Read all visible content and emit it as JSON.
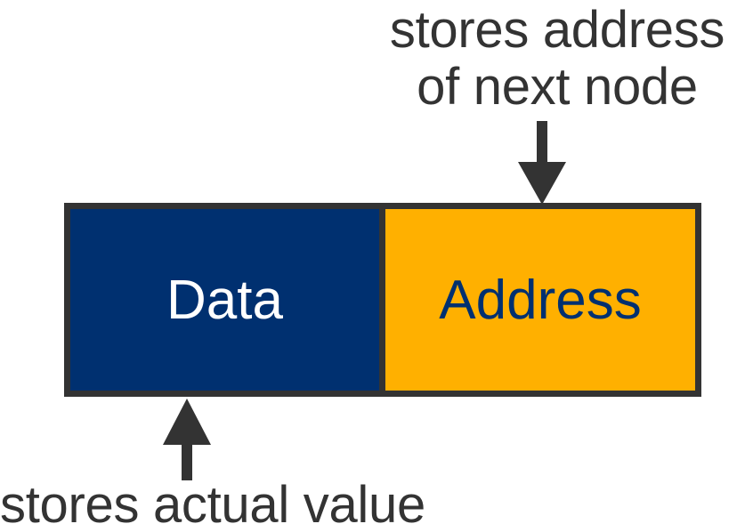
{
  "annotations": {
    "top_line1": "stores address",
    "top_line2": "of next node",
    "bottom": "stores actual value"
  },
  "node": {
    "data_label": "Data",
    "address_label": "Address"
  },
  "colors": {
    "data_fill": "#003070",
    "data_text": "#ffffff",
    "address_fill": "#ffb000",
    "address_text": "#003070",
    "outline": "#333333"
  }
}
